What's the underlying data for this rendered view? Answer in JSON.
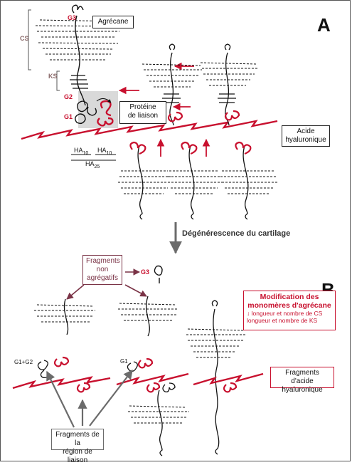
{
  "panels": {
    "a": "A",
    "b": "B"
  },
  "labels": {
    "aggrecan": "Agrécane",
    "cs": "CS",
    "ks": "KS",
    "g1": "G1",
    "g2": "G2",
    "g3": "G3",
    "link_protein": [
      "Protéine",
      "de liaison"
    ],
    "hyaluronic_acid": [
      "Acide",
      "hyaluronique"
    ],
    "ha10_a": "HA",
    "ha10_a_sub": "10",
    "ha10_b": "HA",
    "ha10_b_sub": "10",
    "ha25": "HA",
    "ha25_sub": "25",
    "degeneration": "Dégénérescence du cartilage",
    "non_aggregating": [
      "Fragments",
      "non",
      "agrégatifs"
    ],
    "g3_b": "G3",
    "g1g2": "G1+G2",
    "g1_b": "G1",
    "modification_title": [
      "Modification des",
      "monomères d'agrécane"
    ],
    "modification_lines": [
      "↓ longueur et nombre de CS",
      "longueur et nombre de KS"
    ],
    "ha_fragments": [
      "Fragments d'acide",
      "hyaluronique"
    ],
    "link_region_fragments": [
      "Fragments de la",
      "région de liaison"
    ]
  },
  "colors": {
    "accent": "#c8102e",
    "line": "#111111",
    "gray_arrow": "#6b6b6b",
    "highlight": "#d9d9d9"
  }
}
